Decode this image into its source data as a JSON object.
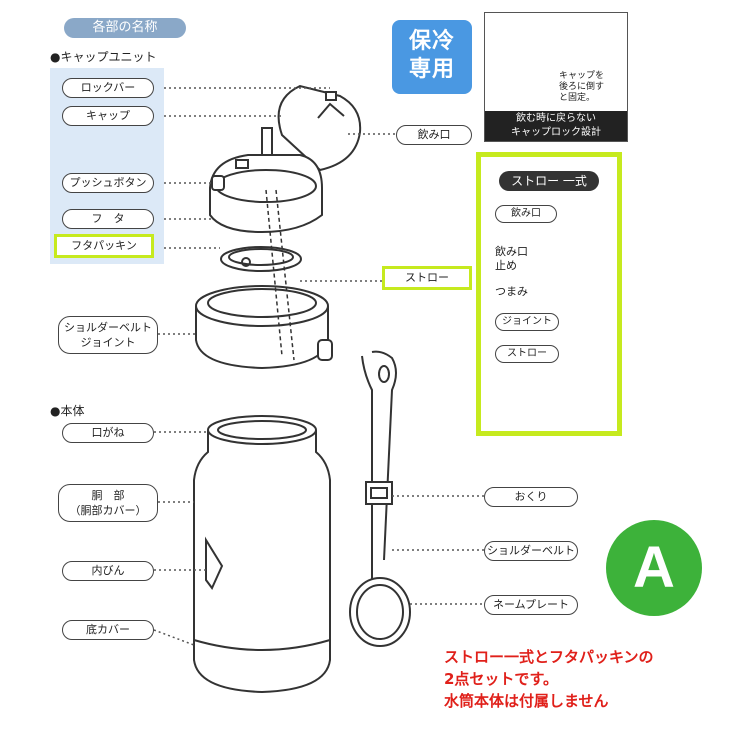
{
  "header": {
    "section_tab": "各部の名称",
    "cap_unit_title": "●キャップユニット",
    "body_title": "●本体"
  },
  "cap_labels": {
    "lock_bar": "ロックバー",
    "cap": "キャップ",
    "push_button": "プッシュボタン",
    "lid": "フ　タ",
    "lid_packing": "フタパッキン",
    "shoulder_joint_1": "ショルダーベルト",
    "shoulder_joint_2": "ジョイント"
  },
  "body_labels": {
    "mouth_ring": "口がね",
    "body_1": "胴　部",
    "body_2": "（胴部カバー）",
    "inner_bottle": "内びん",
    "bottom_cover": "底カバー"
  },
  "right_labels": {
    "drink_spout": "飲み口",
    "straw": "ストロー",
    "strap_keeper": "おくり",
    "shoulder_belt": "ショルダーベルト",
    "name_plate": "ネームプレート"
  },
  "badge": {
    "line1": "保冷",
    "line2": "専用"
  },
  "info_box": {
    "note_1": "キャップを",
    "note_2": "後ろに倒す",
    "note_3": "と固定。",
    "bottom_1": "飲む時に戻らない",
    "bottom_2": "キャップロック設計"
  },
  "straw_set": {
    "header": "ストロー 一式",
    "spout": "飲み口",
    "stopper_1": "飲み口",
    "stopper_2": "止め",
    "grip": "つまみ",
    "joint": "ジョイント",
    "straw": "ストロー"
  },
  "variant_mark": "A",
  "notice": {
    "line1": "ストロー一式とフタパッキンの",
    "line2": "2点セットです。",
    "line3": "水筒本体は付属しません"
  },
  "colors": {
    "highlight": "#c6ea1e",
    "badge_blue": "#4a98e2",
    "variant_green": "#3db23a",
    "notice_red": "#e0201a"
  }
}
